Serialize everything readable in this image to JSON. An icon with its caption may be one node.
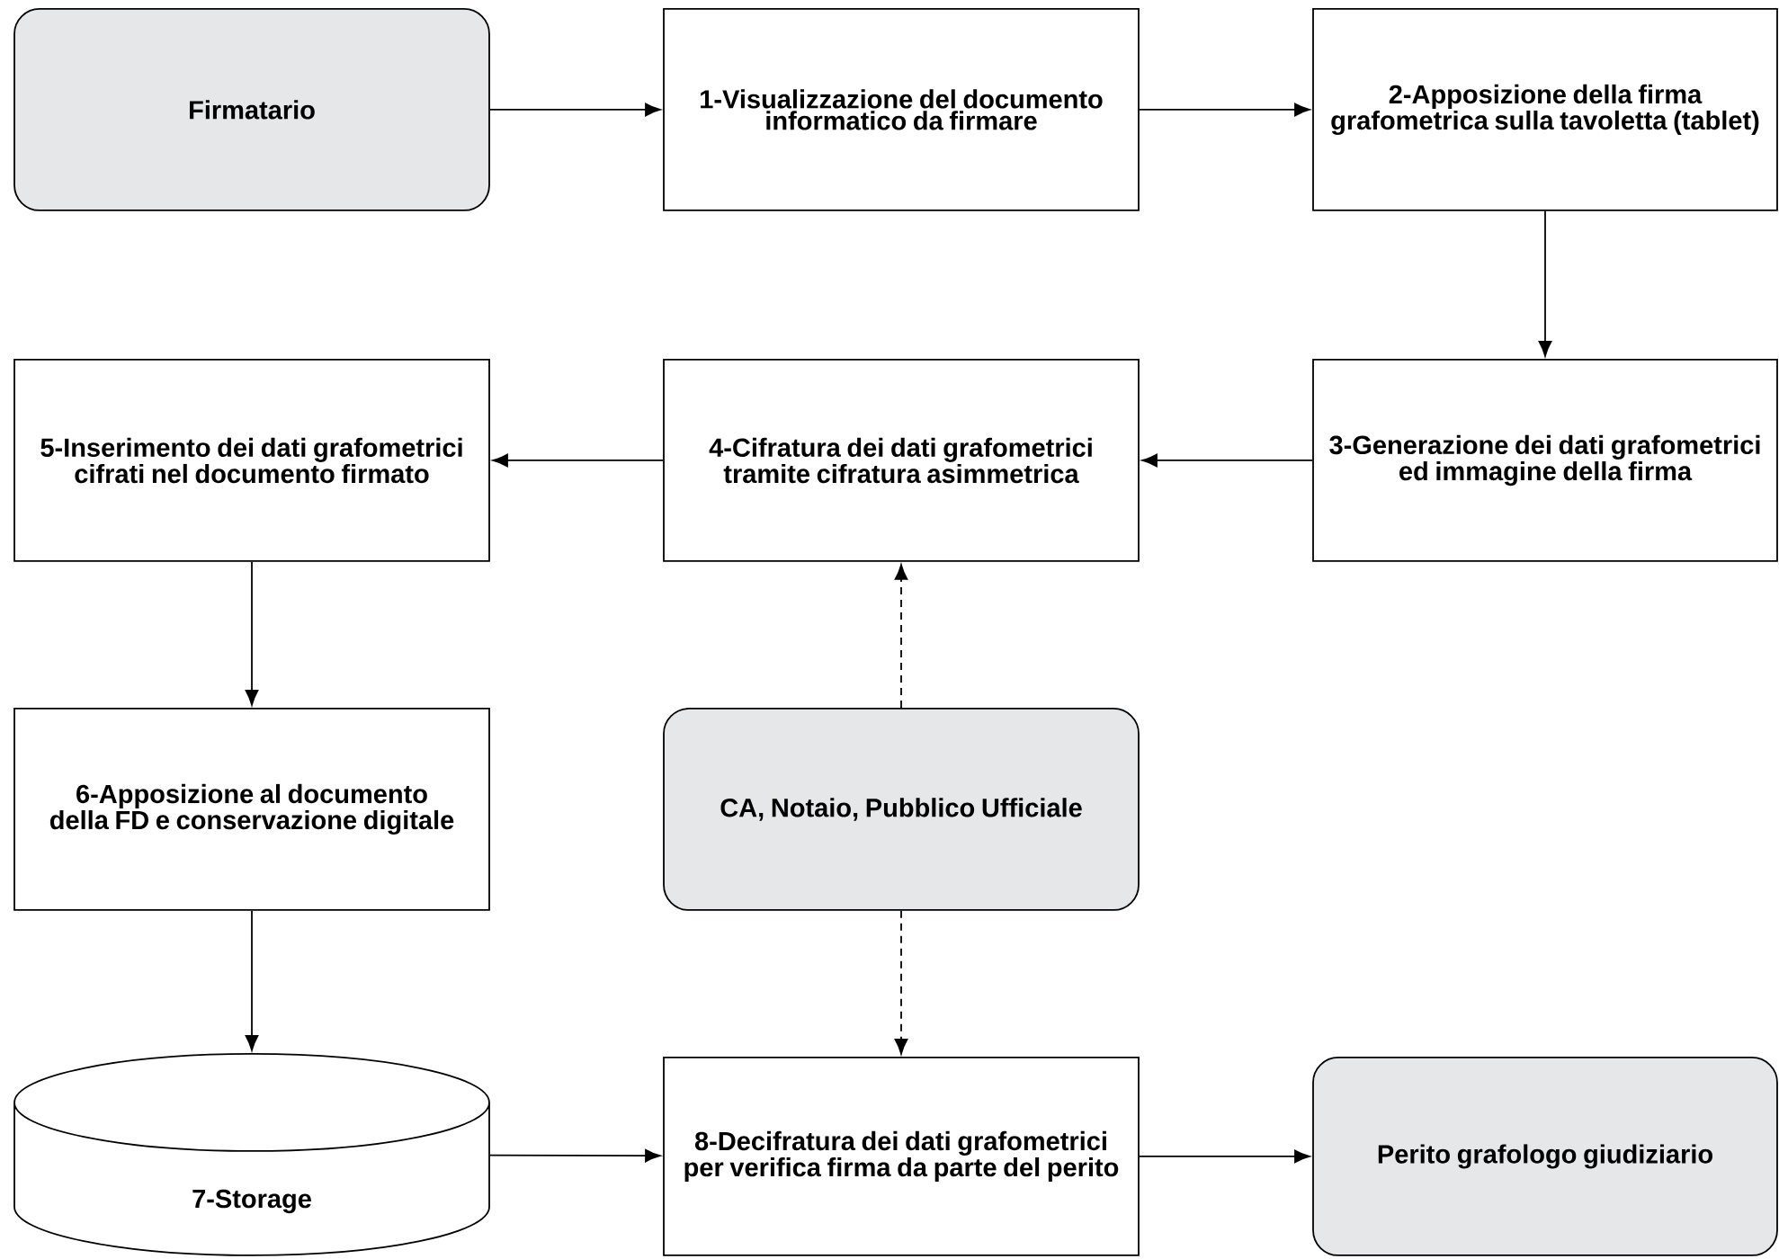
{
  "diagram": {
    "nodes": [
      {
        "text": [
          "Firmatario"
        ]
      },
      {
        "text": [
          "1-Visualizzazione del documento informatico da firmare"
        ]
      },
      {
        "text": [
          "2-Apposizione della firma grafometrica sulla tavoletta (tablet)"
        ]
      },
      {
        "text": [
          "3-Generazione dei dati grafometrici ed immagine della firma"
        ]
      },
      {
        "text": [
          "4-Cifratura dei dati grafometrici tramite cifratura asimmetrica"
        ]
      },
      {
        "text": [
          "5-Inserimento dei dati grafometrici cifrati nel documento firmato"
        ]
      },
      {
        "text": [
          "6-Apposizione al documento della FD e conservazione digitale"
        ]
      },
      {
        "text": [
          "CA, Notaio, Pubblico Ufficiale"
        ]
      },
      {
        "text": [
          "7-Storage"
        ]
      },
      {
        "text": [
          "8-Decifratura dei dati grafometrici per verifica firma da parte del perito"
        ]
      },
      {
        "text": [
          "Perito grafologo giudiziario"
        ]
      }
    ],
    "edges": [
      {
        "from": 0,
        "to": 1,
        "arrow": "to"
      },
      {
        "from": 1,
        "to": 2,
        "arrow": "to"
      },
      {
        "from": 2,
        "to": 3,
        "arrow": "to"
      },
      {
        "from": 3,
        "to": 4,
        "arrow": "to"
      },
      {
        "from": 4,
        "to": 5,
        "arrow": "to"
      },
      {
        "from": 5,
        "to": 6,
        "arrow": "to"
      },
      {
        "from": 7,
        "to": 4,
        "arrow": "to",
        "style": "dashed"
      },
      {
        "from": 6,
        "to": 8,
        "arrow": "to"
      },
      {
        "from": 7,
        "to": 9,
        "arrow": "to",
        "style": "dashed"
      },
      {
        "from": 8,
        "to": 9,
        "arrow": "to"
      },
      {
        "from": 9,
        "to": 10,
        "arrow": "to"
      }
    ]
  }
}
